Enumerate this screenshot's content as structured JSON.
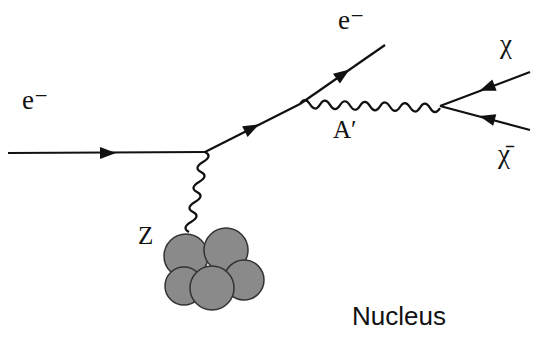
{
  "diagram": {
    "labels": [
      "e⁻",
      "e⁻",
      "χ",
      "χ̄",
      "A′",
      "Z",
      "Nucleus"
    ]
  }
}
